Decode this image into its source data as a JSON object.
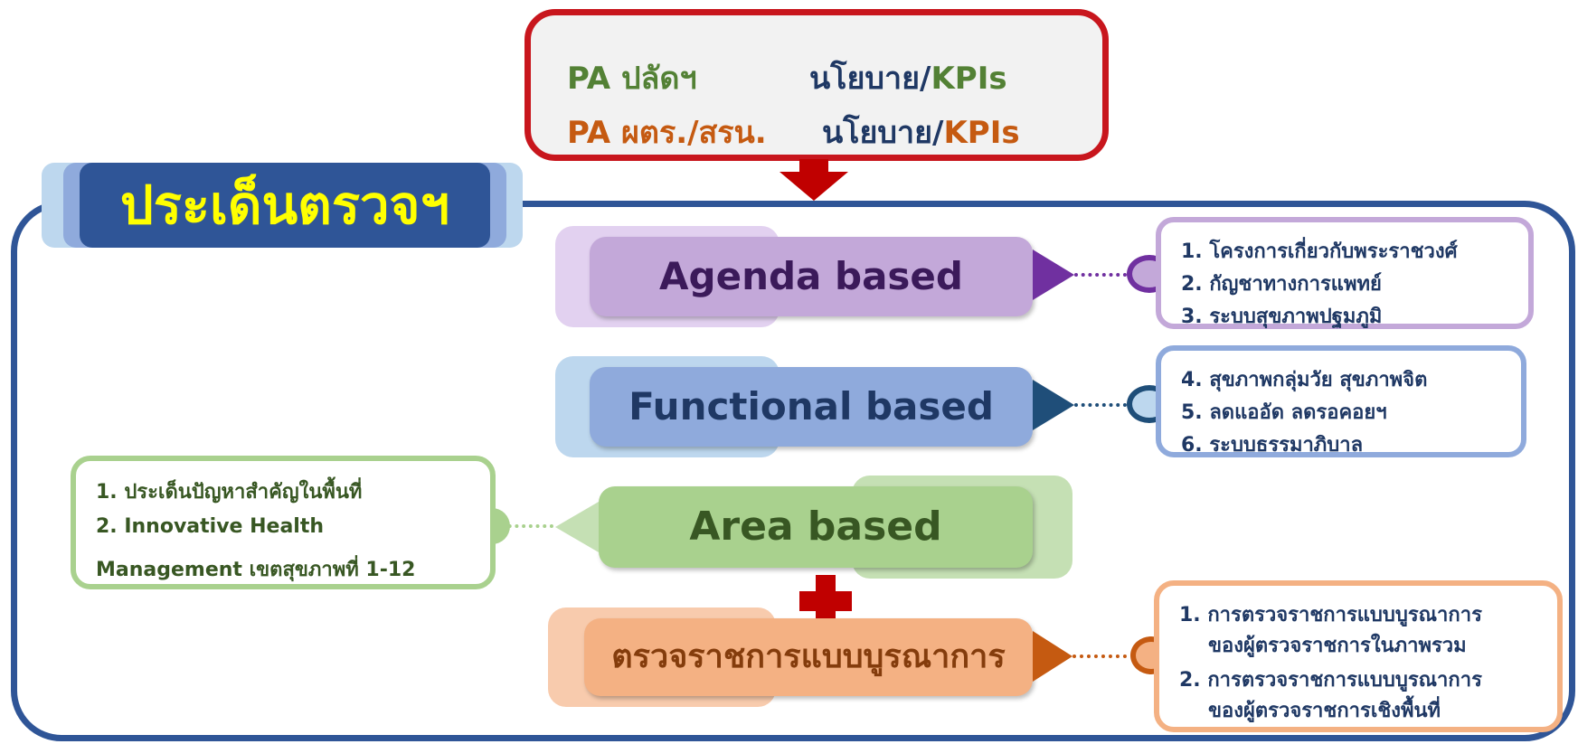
{
  "header": {
    "line1": {
      "label": "PA ปลัดฯ",
      "target": "นโยบาย/",
      "kpi": "KPIs"
    },
    "line2": {
      "label": "PA ผตร./สรน.",
      "target": "นโยบาย/",
      "kpi": "KPIs"
    }
  },
  "title": "ประเด็นตรวจฯ",
  "sections": {
    "agenda": {
      "label": "Agenda based",
      "items": [
        "1. โครงการเกี่ยวกับพระราชวงศ์",
        "2. กัญชาทางการแพทย์",
        "3. ระบบสุขภาพปฐมภูมิ"
      ]
    },
    "functional": {
      "label": "Functional based",
      "items": [
        "4. สุขภาพกลุ่มวัย สุขภาพจิต",
        "5. ลดแออัด ลดรอคอยฯ",
        "6. ระบบธรรมาภิบาล"
      ]
    },
    "area": {
      "label": "Area based",
      "items": [
        "1. ประเด็นปัญหาสำคัญในพื้นที่",
        "2. Innovative Health",
        "Management เขตสุขภาพที่ 1-12"
      ]
    },
    "integrated": {
      "label": "ตรวจราชการแบบบูรณาการ",
      "items": [
        "1. การตรวจราชการแบบบูรณาการ",
        "ของผู้ตรวจราชการในภาพรวม",
        "2. การตรวจราชการแบบบูรณาการ",
        "ของผู้ตรวจราชการเชิงพื้นที่"
      ]
    }
  },
  "colors": {
    "green": "#538135",
    "orange": "#c55a11",
    "navy": "#1f3864",
    "title_text": "#ffff00",
    "frame": "#2f5597",
    "top_border": "#c8161d"
  }
}
